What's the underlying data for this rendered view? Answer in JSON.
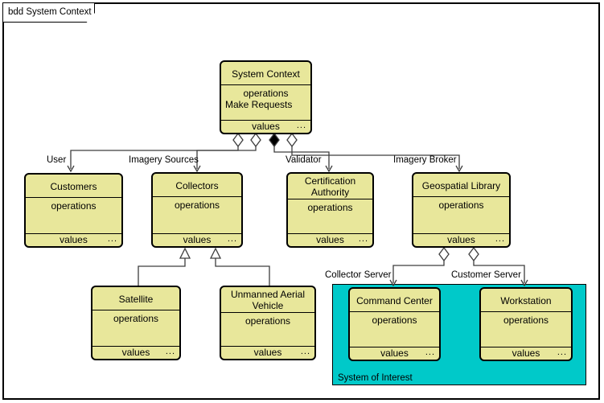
{
  "diagram": {
    "tab_label": "bdd System Context"
  },
  "colors": {
    "block_fill": "#E8E79B",
    "region_fill": "#00C9C9",
    "connector": "#3d3d3d",
    "border": "#000000"
  },
  "blocks": {
    "system_context": {
      "title": "System Context",
      "operations_label": "operations",
      "operation_items": [
        "Make Requests"
      ],
      "values_label": "values",
      "more": "..."
    },
    "customers": {
      "title": "Customers",
      "operations_label": "operations",
      "values_label": "values",
      "more": "..."
    },
    "collectors": {
      "title": "Collectors",
      "operations_label": "operations",
      "values_label": "values",
      "more": "..."
    },
    "certification_authority": {
      "title": "Certification Authority",
      "operations_label": "operations",
      "values_label": "values",
      "more": "..."
    },
    "geospatial_library": {
      "title": "Geospatial Library",
      "operations_label": "operations",
      "values_label": "values",
      "more": "..."
    },
    "satellite": {
      "title": "Satellite",
      "operations_label": "operations",
      "values_label": "values",
      "more": "..."
    },
    "unmanned_aerial_vehicle": {
      "title": "Unmanned Aerial Vehicle",
      "operations_label": "operations",
      "values_label": "values",
      "more": "..."
    },
    "command_center": {
      "title": "Command Center",
      "operations_label": "operations",
      "values_label": "values",
      "more": "..."
    },
    "workstation": {
      "title": "Workstation",
      "operations_label": "operations",
      "values_label": "values",
      "more": "..."
    }
  },
  "connector_labels": {
    "user": "User",
    "imagery_sources": "Imagery Sources",
    "validator": "Validator",
    "imagery_broker": "Imagery Broker",
    "collector_server": "Collector Server",
    "customer_server": "Customer Server"
  },
  "region": {
    "label": "System of Interest"
  }
}
